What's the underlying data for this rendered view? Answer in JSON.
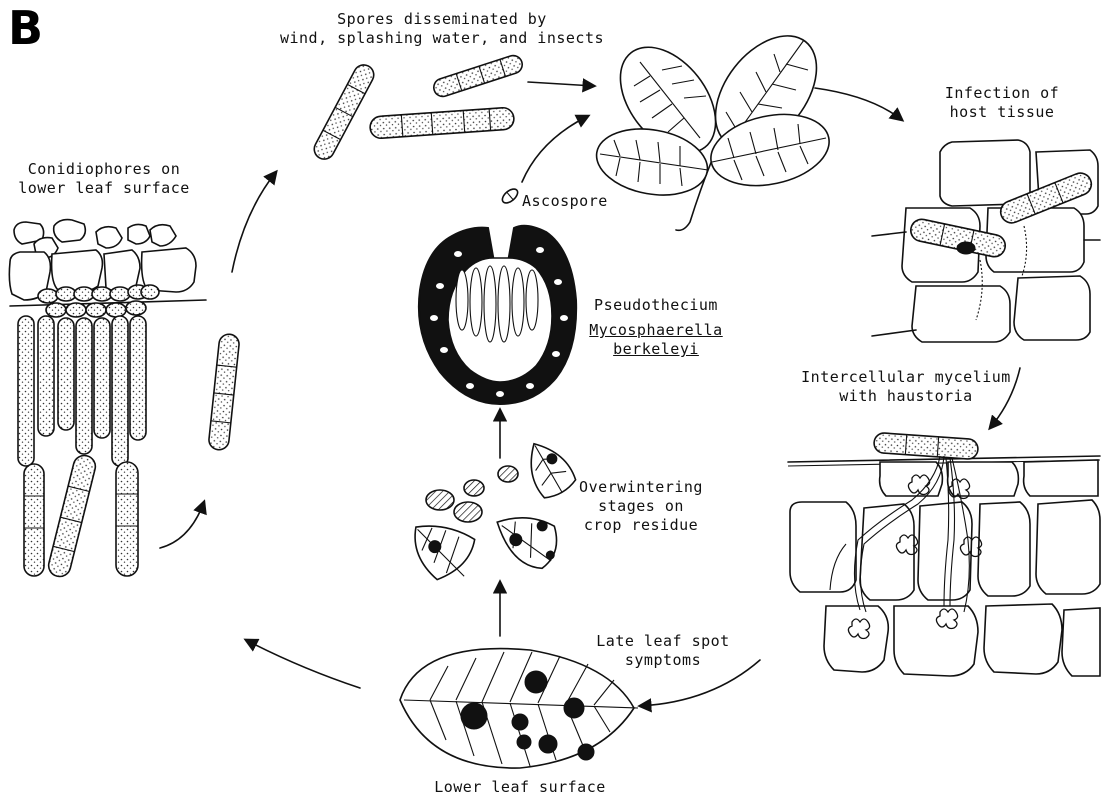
{
  "panel_letter": "B",
  "labels": {
    "spores_line1": "Spores disseminated by",
    "spores_line2": "wind, splashing water, and insects",
    "infection_line1": "Infection of",
    "infection_line2": "host tissue",
    "conidiophores_line1": "Conidiophores on",
    "conidiophores_line2": "lower leaf surface",
    "ascospore": "Ascospore",
    "pseudothecium": "Pseudothecium",
    "genus": "Mycosphaerella",
    "species": "berkeleyi",
    "intercellular_line1": "Intercellular mycelium",
    "intercellular_line2": "with haustoria",
    "overwintering_line1": "Overwintering",
    "overwintering_line2": "stages on",
    "overwintering_line3": "crop residue",
    "late_line1": "Late leaf spot",
    "late_line2": "symptoms",
    "lower_leaf": "Lower leaf surface"
  },
  "colors": {
    "ink": "#111111",
    "background": "#ffffff"
  }
}
